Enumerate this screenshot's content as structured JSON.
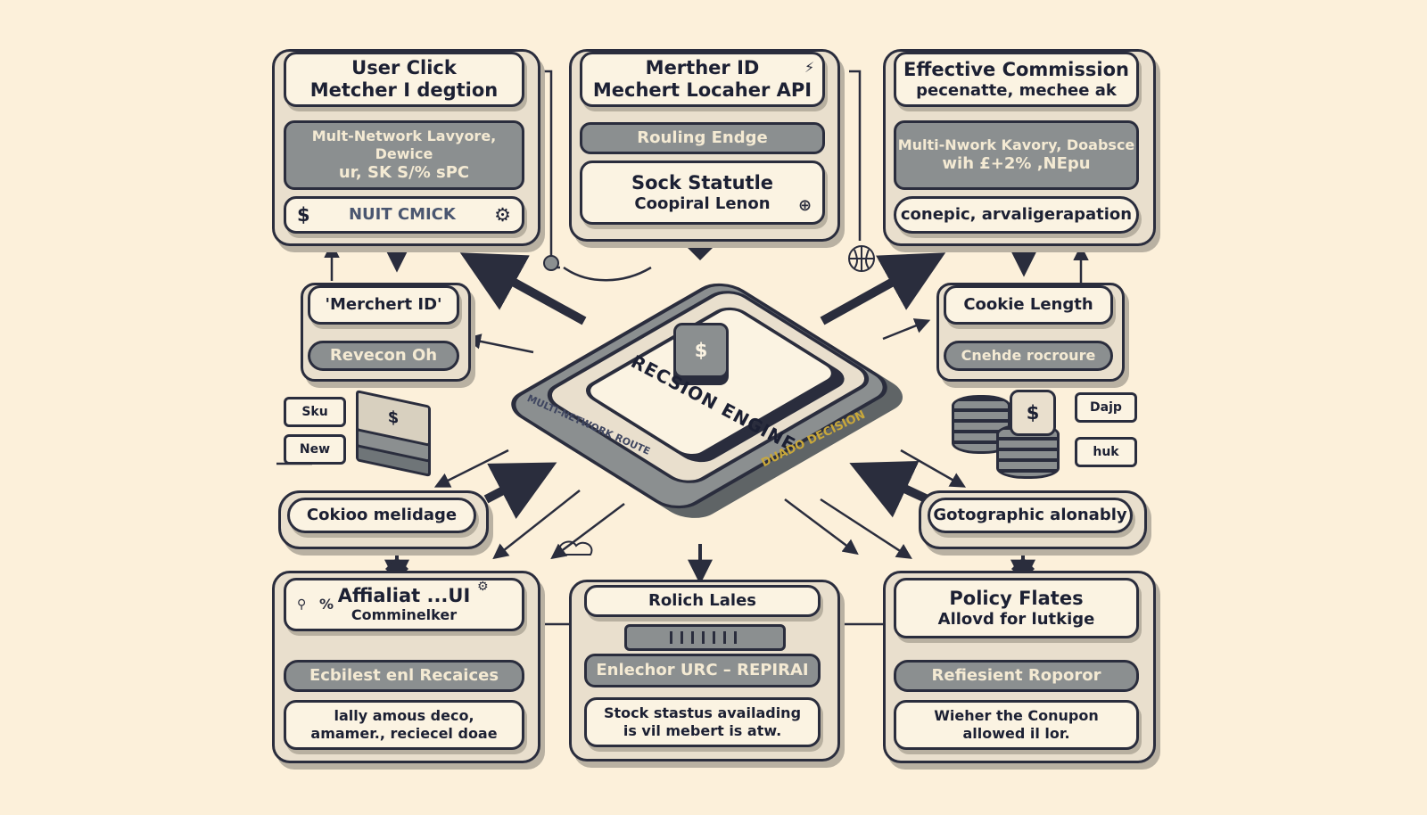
{
  "top_left": {
    "title_1": "User Click",
    "title_2": "Metcher I degtion",
    "gray_1": "Mult-Network Lavyore, Dewice",
    "gray_2": "ur,  SK  S/%  sPC",
    "bottom": "NUIT CMICK",
    "icon_dollar": "$",
    "icon_gear": "⚙"
  },
  "top_mid": {
    "title_1": "Merther ID",
    "title_2": "Mechert Locaher API",
    "icon_corner": "⚡",
    "gray": "Rouling Endge",
    "box_1": "Sock Statutle",
    "box_2": "Coopiral Lenon",
    "icon_link": "⊕"
  },
  "top_right": {
    "title_1": "Effective Commission",
    "title_2": "pecenatte,  mechee ak",
    "gray_1": "Multi-Nwork Kavory,  Doabsce",
    "gray_2": "wih  £+2%  ,NEpu",
    "bottom": "conepic, arvaligerapation"
  },
  "left_mid": {
    "label_1": "'Merchert ID'",
    "label_2": "Revecon Oh"
  },
  "right_mid": {
    "label_1": "Cookie Length",
    "label_2": "Cnehde rocroure"
  },
  "left_tags": {
    "tag_1": "Sku",
    "tag_2": "New",
    "money": "$"
  },
  "right_tags": {
    "tag_1": "Dajp",
    "tag_2": "huk",
    "money": "$"
  },
  "center": {
    "title": "RECSION ENGINE",
    "side_left": "MULTI-NETWORK ROUTE",
    "side_right": "DUADO DECISION",
    "icon": "$"
  },
  "pill_left": "Cokioo melidage",
  "pill_right": "Gotographic alonably",
  "bottom_left": {
    "title_1": "Affialiat ...UI",
    "title_2": "Comminelker",
    "gray": "Ecbilest enl Recaices",
    "box_1": "lally amous deco,",
    "box_2": "amamer., reciecel doae",
    "icon_1": "⚲",
    "icon_2": "%",
    "icon_3": "⚙"
  },
  "bottom_mid": {
    "title": "Rolich Lales",
    "gray": "Enlechor URC  –  REPIRAI",
    "box_1": "Stock stastus availading",
    "box_2": "is vil mebert is atw."
  },
  "bottom_right": {
    "title_1": "Policy Flates",
    "title_2": "Allovd for lutkige",
    "gray": "Refiesient Roporor",
    "box_1": "Wieher the Conupon",
    "box_2": "allowed il lor."
  },
  "colors": {
    "background": "#fcf0da",
    "stroke": "#2a2d3d",
    "panel": "#e9dfcd",
    "box": "#fbf3e2",
    "gray": "#8b8f90",
    "gray_text": "#f4ead3"
  },
  "icons": [
    "dollar-icon",
    "gear-icon",
    "lightning-icon",
    "globe-icon",
    "cloud-icon",
    "cash-stack-icon",
    "coin-stack-icon"
  ]
}
